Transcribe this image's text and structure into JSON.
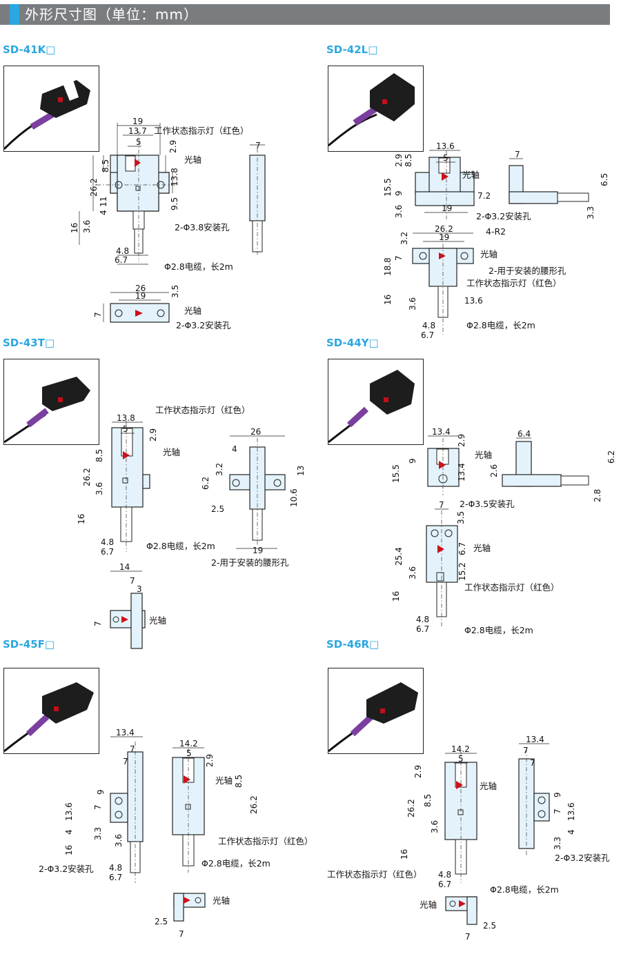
{
  "header": {
    "title": "外形尺寸图（单位：mm）",
    "accent_color": "#2aa7e0",
    "bar_color": "#7a7d80"
  },
  "labels": {
    "optical_axis": "光轴",
    "indicator": "工作状态指示灯（红色）",
    "cable": "Φ2.8电缆，长2m",
    "hole_38": "2-Φ3.8安装孔",
    "hole_32": "2-Φ3.2安装孔",
    "hole_35": "2-Φ3.5安装孔",
    "slot_hole": "2-用于安装的腰形孔",
    "r2": "4-R2"
  },
  "models": [
    {
      "name": "SD-41K□",
      "dims": [
        "19",
        "13.7",
        "5",
        "2.9",
        "8.5",
        "26.2",
        "11",
        "4",
        "13.8",
        "9.5",
        "16",
        "3.6",
        "4.8",
        "6.7",
        "7",
        "26",
        "19",
        "3.5",
        "7"
      ]
    },
    {
      "name": "SD-42L□",
      "dims": [
        "13.6",
        "5",
        "2.9",
        "8.5",
        "15.5",
        "9",
        "3.6",
        "7.2",
        "19",
        "7",
        "6.5",
        "3.3",
        "26.2",
        "19",
        "3.2",
        "7",
        "18.8",
        "16",
        "3.6",
        "13.6",
        "4.8",
        "6.7"
      ]
    },
    {
      "name": "SD-43T□",
      "dims": [
        "13.8",
        "5",
        "2.9",
        "8.5",
        "26.2",
        "3.6",
        "16",
        "4.8",
        "6.7",
        "26",
        "4",
        "3.2",
        "6.2",
        "13",
        "10.6",
        "2.5",
        "19",
        "14",
        "7",
        "3",
        "7"
      ]
    },
    {
      "name": "SD-44Y□",
      "dims": [
        "13.4",
        "2.9",
        "9",
        "15.5",
        "13.4",
        "6.4",
        "2.6",
        "6.2",
        "2.8",
        "7",
        "3.5",
        "25.4",
        "6.7",
        "15.2",
        "3.6",
        "16",
        "4.8",
        "6.7"
      ]
    },
    {
      "name": "SD-45F□",
      "dims": [
        "13.4",
        "7",
        "7",
        "9",
        "13.6",
        "7",
        "4",
        "3.3",
        "16",
        "3.6",
        "4.8",
        "6.7",
        "14.2",
        "5",
        "2.9",
        "8.5",
        "26.2",
        "2.5",
        "7"
      ]
    },
    {
      "name": "SD-46R□",
      "dims": [
        "14.2",
        "5",
        "2.9",
        "8.5",
        "26.2",
        "3.6",
        "16",
        "4.8",
        "6.7",
        "13.4",
        "7",
        "7",
        "9",
        "13.6",
        "7",
        "4",
        "3.3",
        "2.5",
        "7"
      ]
    }
  ]
}
